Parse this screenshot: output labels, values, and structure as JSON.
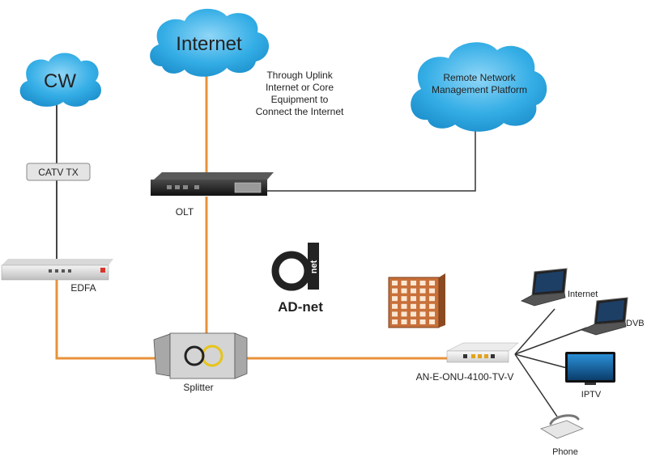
{
  "clouds": {
    "internet": "Internet",
    "cw": "CW",
    "remote_line1": "Remote Network",
    "remote_line2": "Management Platform"
  },
  "uplink_note": {
    "line1": "Through Uplink",
    "line2": "Internet or Core",
    "line3": "Equipment to",
    "line4": "Connect the Internet"
  },
  "devices": {
    "catv_tx": "CATV TX",
    "olt": "OLT",
    "edfa": "EDFA",
    "splitter": "Splitter",
    "onu": "AN-E-ONU-4100-TV-V"
  },
  "brand": {
    "logo_letter": "net",
    "name": "AD-net"
  },
  "endpoints": {
    "internet": "Internet",
    "dvb": "DVB",
    "iptv": "IPTV",
    "phone": "Phone"
  },
  "colors": {
    "fiber": "#e8913a",
    "cloud": "#2aa6e0",
    "link": "#333333"
  }
}
